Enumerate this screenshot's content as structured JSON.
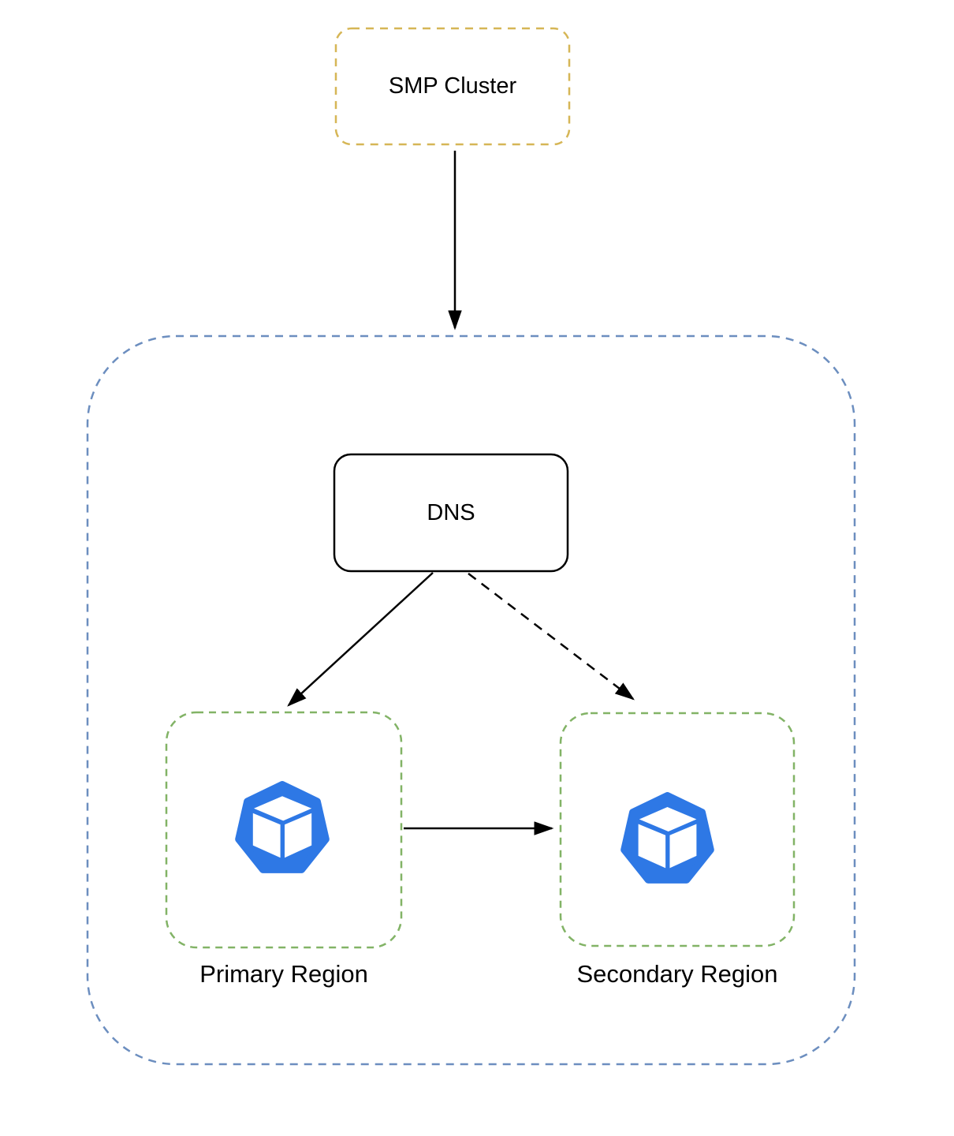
{
  "diagram": {
    "smp_cluster": {
      "label": "SMP Cluster"
    },
    "dns": {
      "label": "DNS"
    },
    "primary_region": {
      "label": "Primary Region",
      "icon": "workload-cube-icon"
    },
    "secondary_region": {
      "label": "Secondary Region",
      "icon": "workload-cube-icon"
    },
    "edges": [
      {
        "from": "smp-cluster",
        "to": "dns-container",
        "style": "solid"
      },
      {
        "from": "dns",
        "to": "primary-region",
        "style": "solid"
      },
      {
        "from": "dns",
        "to": "secondary-region",
        "style": "dashed"
      },
      {
        "from": "primary-region",
        "to": "secondary-region",
        "style": "solid"
      }
    ],
    "colors": {
      "smp_cluster_border": "#D6B656",
      "container_border": "#6C8EBF",
      "region_border": "#82B366",
      "node_border": "#000000",
      "icon_fill": "#2E78E5",
      "icon_cube": "#FFFFFF",
      "arrow_stroke": "#000000",
      "text": "#000000",
      "background": "#FFFFFF"
    }
  }
}
